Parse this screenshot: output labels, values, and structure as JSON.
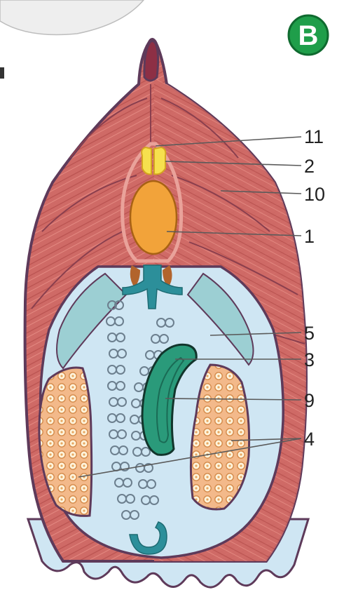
{
  "panel": {
    "letter": "B",
    "badge_color": "#1f9e4a"
  },
  "callouts": [
    {
      "id": "11",
      "label": "11"
    },
    {
      "id": "2",
      "label": "2"
    },
    {
      "id": "10",
      "label": "10"
    },
    {
      "id": "1",
      "label": "1"
    },
    {
      "id": "5",
      "label": "5"
    },
    {
      "id": "3",
      "label": "3"
    },
    {
      "id": "9",
      "label": "9"
    },
    {
      "id": "4",
      "label": "4"
    }
  ],
  "colors": {
    "muscle": "#cf6a66",
    "muscle_dark": "#a84a4c",
    "outline": "#5e3a5a",
    "body_cavity": "#cfe6f3",
    "coelom_band": "#9ccfd3",
    "notochord": "#f2a33a",
    "nerve_cord": "#f6e04e",
    "gonad": "#f3b98a",
    "liver_caecum": "#2a9a7a",
    "pharynx_bars": "#ffffff"
  }
}
